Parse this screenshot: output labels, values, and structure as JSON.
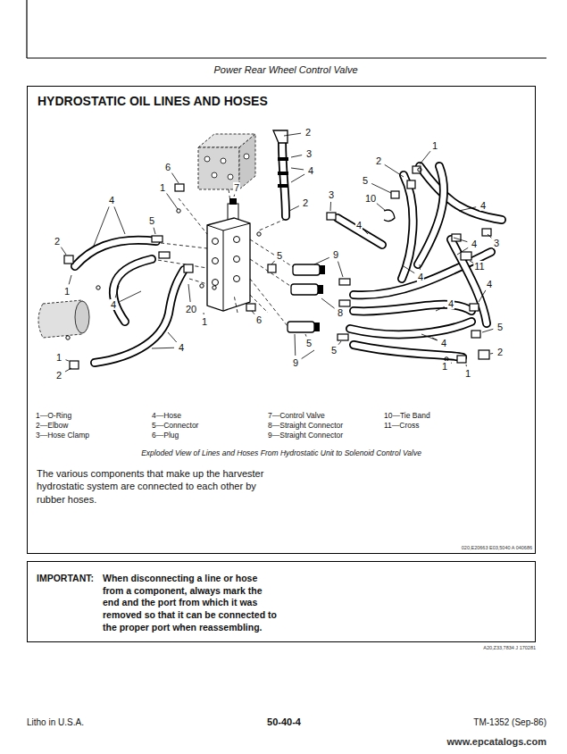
{
  "diagram": {
    "title": "HYDROSTATIC OIL LINES AND HOSES",
    "caption": "Exploded View of Lines and Hoses From Hydrostatic Unit to Solenoid Control Valve",
    "nodes": [
      {
        "text": [
          "The various components that make up the harvester hydrostatic system are connected to each other by rubber hoses."
        ]
      },
      {
        "text": [
          "IMPORTANT:",
          "When disconnecting a line or hose from a component, always mark the end and the port from which it was removed so that it can be connected to the proper port when reassembling."
        ]
      }
    ],
    "labels": [
      "Power Rear Wheel Control Valve",
      "1—O-Ring",
      "2—Elbow",
      "3—Hose Clamp",
      "4—Hose",
      "5—Connector",
      "6—Plug",
      "7—Control Valve",
      "8—Straight Connector",
      "9—Straight Connector",
      "10—Tie Band",
      "11—Cross",
      "2",
      "3",
      "4",
      "2",
      "6",
      "1",
      "7",
      "4",
      "5",
      "2",
      "1",
      "4",
      "20",
      "1",
      "6",
      "5",
      "3",
      "4",
      "10",
      "5",
      "2",
      "1",
      "4",
      "4",
      "3",
      "11",
      "4",
      "4",
      "9",
      "8",
      "5",
      "5",
      "9",
      "4",
      "4",
      "5",
      "2",
      "1",
      "1",
      "4",
      "1",
      "2",
      "020,E20663 E03,5040 A 040686",
      "A20,Z33,7834 J 170281",
      "Litho in U.S.A.",
      "50-40-4",
      "TM-1352 (Sep-86)",
      "www.epcatalogs.com"
    ]
  }
}
